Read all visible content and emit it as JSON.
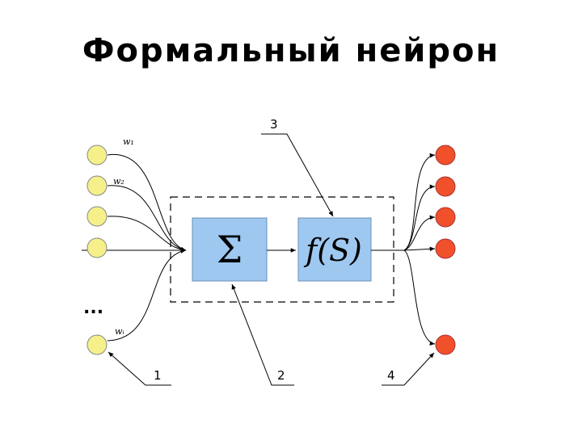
{
  "title": "Формальный нейрон",
  "diagram": {
    "sum_symbol": "Σ",
    "activation_symbol": "f(S)",
    "ellipsis": "...",
    "weights": [
      "w₁",
      "w₂",
      "wᵢ"
    ],
    "callouts": [
      "1",
      "2",
      "3",
      "4"
    ],
    "colors": {
      "input_node": "#f5f08a",
      "output_node": "#f0502a",
      "block_fill": "#9ec8f0"
    }
  }
}
